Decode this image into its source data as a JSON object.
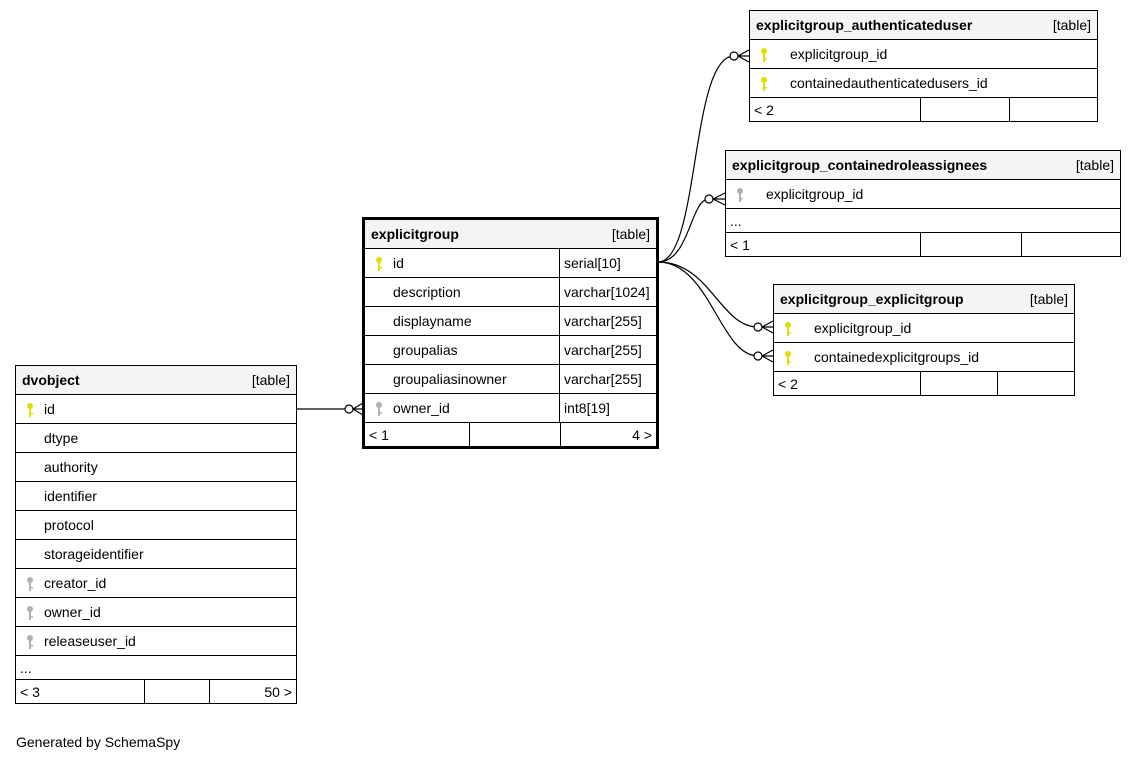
{
  "footer_text": "Generated by SchemaSpy",
  "colors": {
    "primary_key": "#e0e000",
    "foreign_key": "#b0b0b0",
    "header_bg": "#f4f4f4"
  },
  "tables": [
    {
      "id": "dvobject",
      "name": "dvobject",
      "kind": "[table]",
      "columns": [
        {
          "name": "id",
          "key": "pk"
        },
        {
          "name": "dtype"
        },
        {
          "name": "authority"
        },
        {
          "name": "identifier"
        },
        {
          "name": "protocol"
        },
        {
          "name": "storageidentifier"
        },
        {
          "name": "creator_id",
          "key": "fk"
        },
        {
          "name": "owner_id",
          "key": "fk"
        },
        {
          "name": "releaseuser_id",
          "key": "fk"
        }
      ],
      "more": "...",
      "footer": [
        "< 3",
        "",
        "50 >"
      ]
    },
    {
      "id": "explicitgroup",
      "name": "explicitgroup",
      "kind": "[table]",
      "columns": [
        {
          "name": "id",
          "type": "serial[10]",
          "key": "pk"
        },
        {
          "name": "description",
          "type": "varchar[1024]"
        },
        {
          "name": "displayname",
          "type": "varchar[255]"
        },
        {
          "name": "groupalias",
          "type": "varchar[255]"
        },
        {
          "name": "groupaliasinowner",
          "type": "varchar[255]"
        },
        {
          "name": "owner_id",
          "type": "int8[19]",
          "key": "fk"
        }
      ],
      "footer": [
        "< 1",
        "",
        "4 >"
      ]
    },
    {
      "id": "authuser",
      "name": "explicitgroup_authenticateduser",
      "kind": "[table]",
      "columns": [
        {
          "name": "explicitgroup_id",
          "key": "pk"
        },
        {
          "name": "containedauthenticatedusers_id",
          "key": "pk"
        }
      ],
      "footer": [
        "< 2",
        "",
        ""
      ]
    },
    {
      "id": "roleassign",
      "name": "explicitgroup_containedroleassignees",
      "kind": "[table]",
      "columns": [
        {
          "name": "explicitgroup_id",
          "key": "fk"
        }
      ],
      "more": "...",
      "footer": [
        "< 1",
        "",
        ""
      ]
    },
    {
      "id": "egeg",
      "name": "explicitgroup_explicitgroup",
      "kind": "[table]",
      "columns": [
        {
          "name": "explicitgroup_id",
          "key": "pk"
        },
        {
          "name": "containedexplicitgroups_id",
          "key": "pk"
        }
      ],
      "footer": [
        "< 2",
        "",
        ""
      ]
    }
  ]
}
